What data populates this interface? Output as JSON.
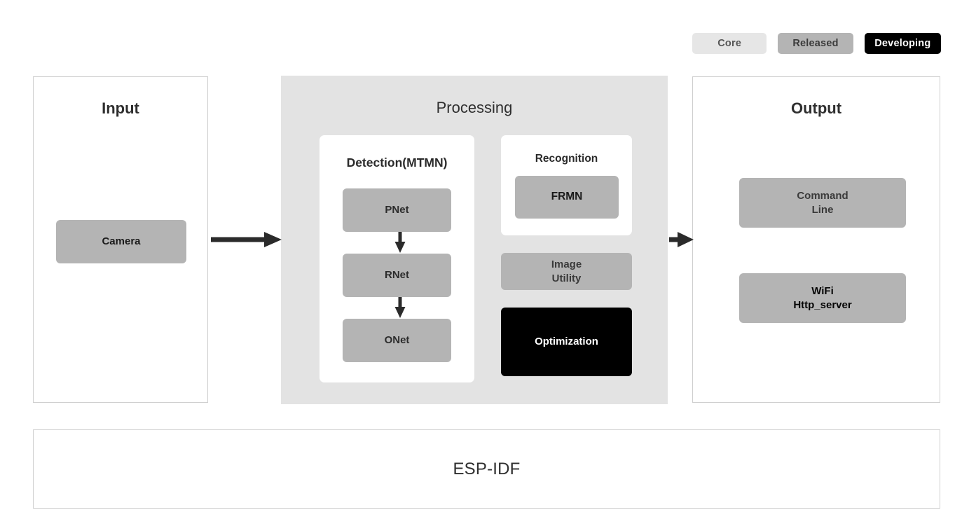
{
  "legend": {
    "items": [
      {
        "label": "Core",
        "color": "#e6e6e6",
        "text_color": "#555555"
      },
      {
        "label": "Released",
        "color": "#b4b4b4",
        "text_color": "#3b3b3b"
      },
      {
        "label": "Developing",
        "color": "#000000",
        "text_color": "#ffffff"
      }
    ]
  },
  "input": {
    "title": "Input",
    "nodes": [
      {
        "label": "Camera",
        "status": "Released"
      }
    ]
  },
  "processing": {
    "title": "Processing",
    "detection": {
      "title": "Detection(MTMN)",
      "nodes": [
        {
          "label": "PNet",
          "status": "Released"
        },
        {
          "label": "RNet",
          "status": "Released"
        },
        {
          "label": "ONet",
          "status": "Released"
        }
      ],
      "arrows": [
        {
          "from": "PNet",
          "to": "RNet",
          "direction": "down"
        },
        {
          "from": "RNet",
          "to": "ONet",
          "direction": "down"
        }
      ]
    },
    "recognition": {
      "title": "Recognition",
      "nodes": [
        {
          "label": "FRMN",
          "status": "Released"
        }
      ]
    },
    "extra_nodes": [
      {
        "label": "Image\nUtility",
        "status": "Released"
      },
      {
        "label": "Optimization",
        "status": "Developing"
      }
    ]
  },
  "output": {
    "title": "Output",
    "nodes": [
      {
        "label": "Command\nLine",
        "status": "Released"
      },
      {
        "label": "WiFi\nHttp_server",
        "status": "Released"
      }
    ]
  },
  "footer": {
    "label": "ESP-IDF",
    "status": "Core"
  },
  "flow_arrows": [
    {
      "from": "Input",
      "to": "Processing",
      "direction": "right"
    },
    {
      "from": "Processing",
      "to": "Output",
      "direction": "right"
    }
  ],
  "colors": {
    "core": "#e6e6e6",
    "released": "#b4b4b4",
    "developing": "#000000",
    "panel_border": "#cfcfcf",
    "processing_bg": "#e3e3e3",
    "arrow": "#2b2b2b",
    "page_bg": "#ffffff"
  }
}
